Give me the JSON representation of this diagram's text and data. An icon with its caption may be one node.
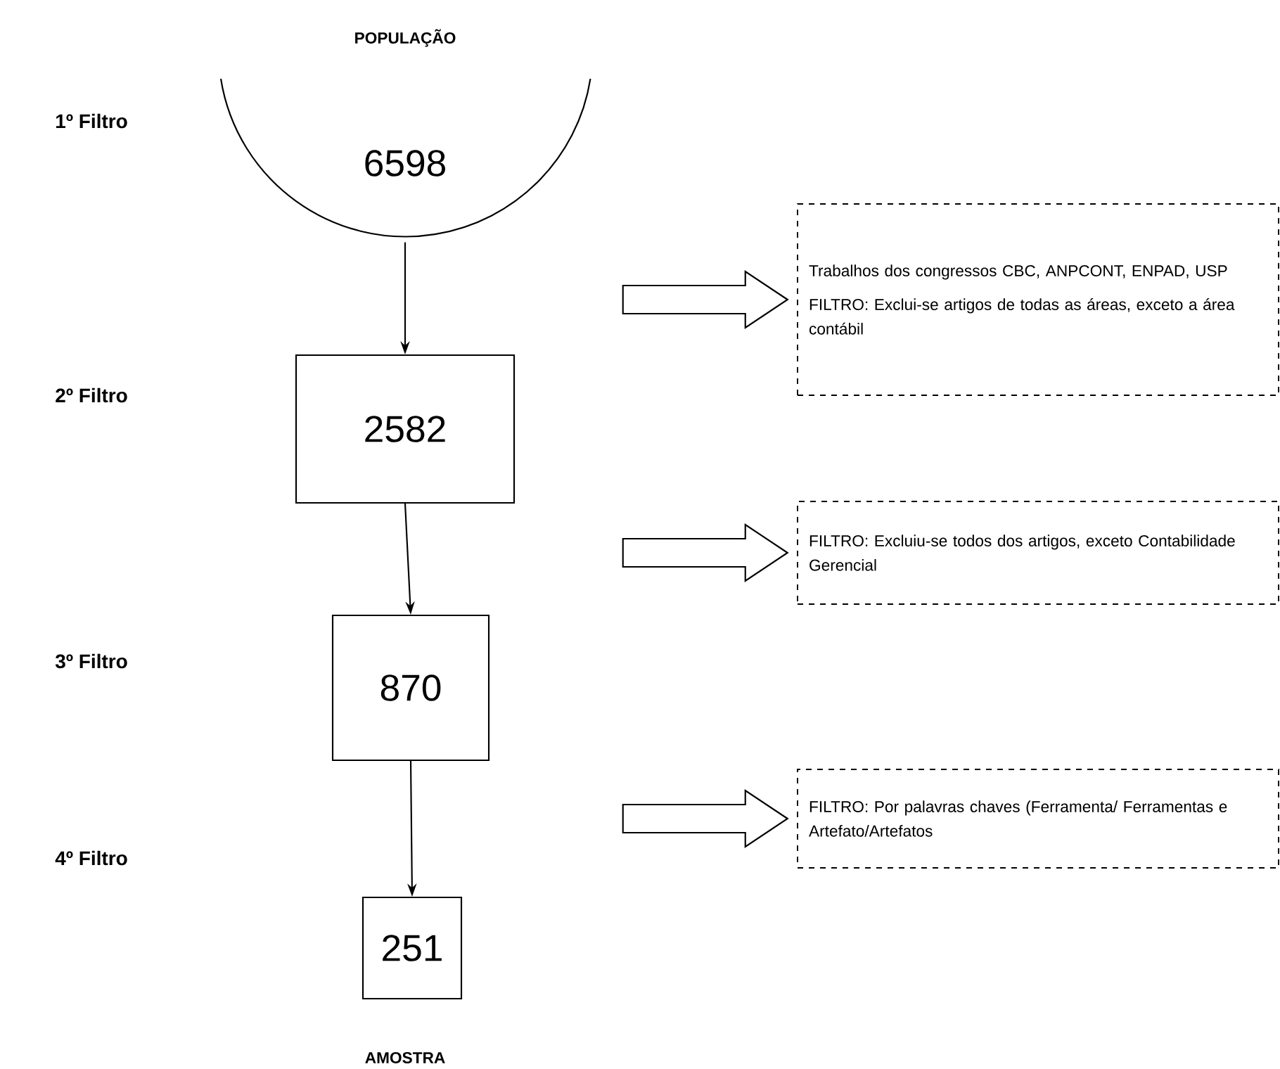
{
  "diagram": {
    "nodes": [
      {
        "text": [
          "6598"
        ],
        "beside": [
          "POPULAÇÃO"
        ]
      },
      {
        "text": [
          "2582"
        ]
      },
      {
        "text": [
          "870"
        ]
      },
      {
        "text": [
          "251"
        ],
        "beside": [
          "AMOSTRA"
        ]
      },
      {
        "text": [
          "Trabalhos dos congressos CBC, ANPCONT, ENPAD, USP",
          "FILTRO: Exclui-se artigos de todas as áreas, exceto a área contábil"
        ]
      },
      {
        "text": [
          "FILTRO: Excluiu-se todos dos artigos, exceto Contabilidade Gerencial"
        ]
      },
      {
        "text": [
          "FILTRO: Por palavras chaves (Ferramenta/ Ferramentas e Artefato/Artefatos"
        ]
      }
    ],
    "edges": [
      {
        "from": 0,
        "to": 1,
        "arrow": "to"
      },
      {
        "from": 1,
        "to": 2,
        "arrow": "to"
      },
      {
        "from": 2,
        "to": 3,
        "arrow": "to"
      },
      {
        "from": null,
        "to": 4,
        "arrow": "to"
      },
      {
        "from": null,
        "to": 5,
        "arrow": "to"
      },
      {
        "from": null,
        "to": 6,
        "arrow": "to"
      }
    ],
    "labels": [
      "1º Filtro",
      "2º Filtro",
      "3º Filtro",
      "4º Filtro"
    ]
  }
}
